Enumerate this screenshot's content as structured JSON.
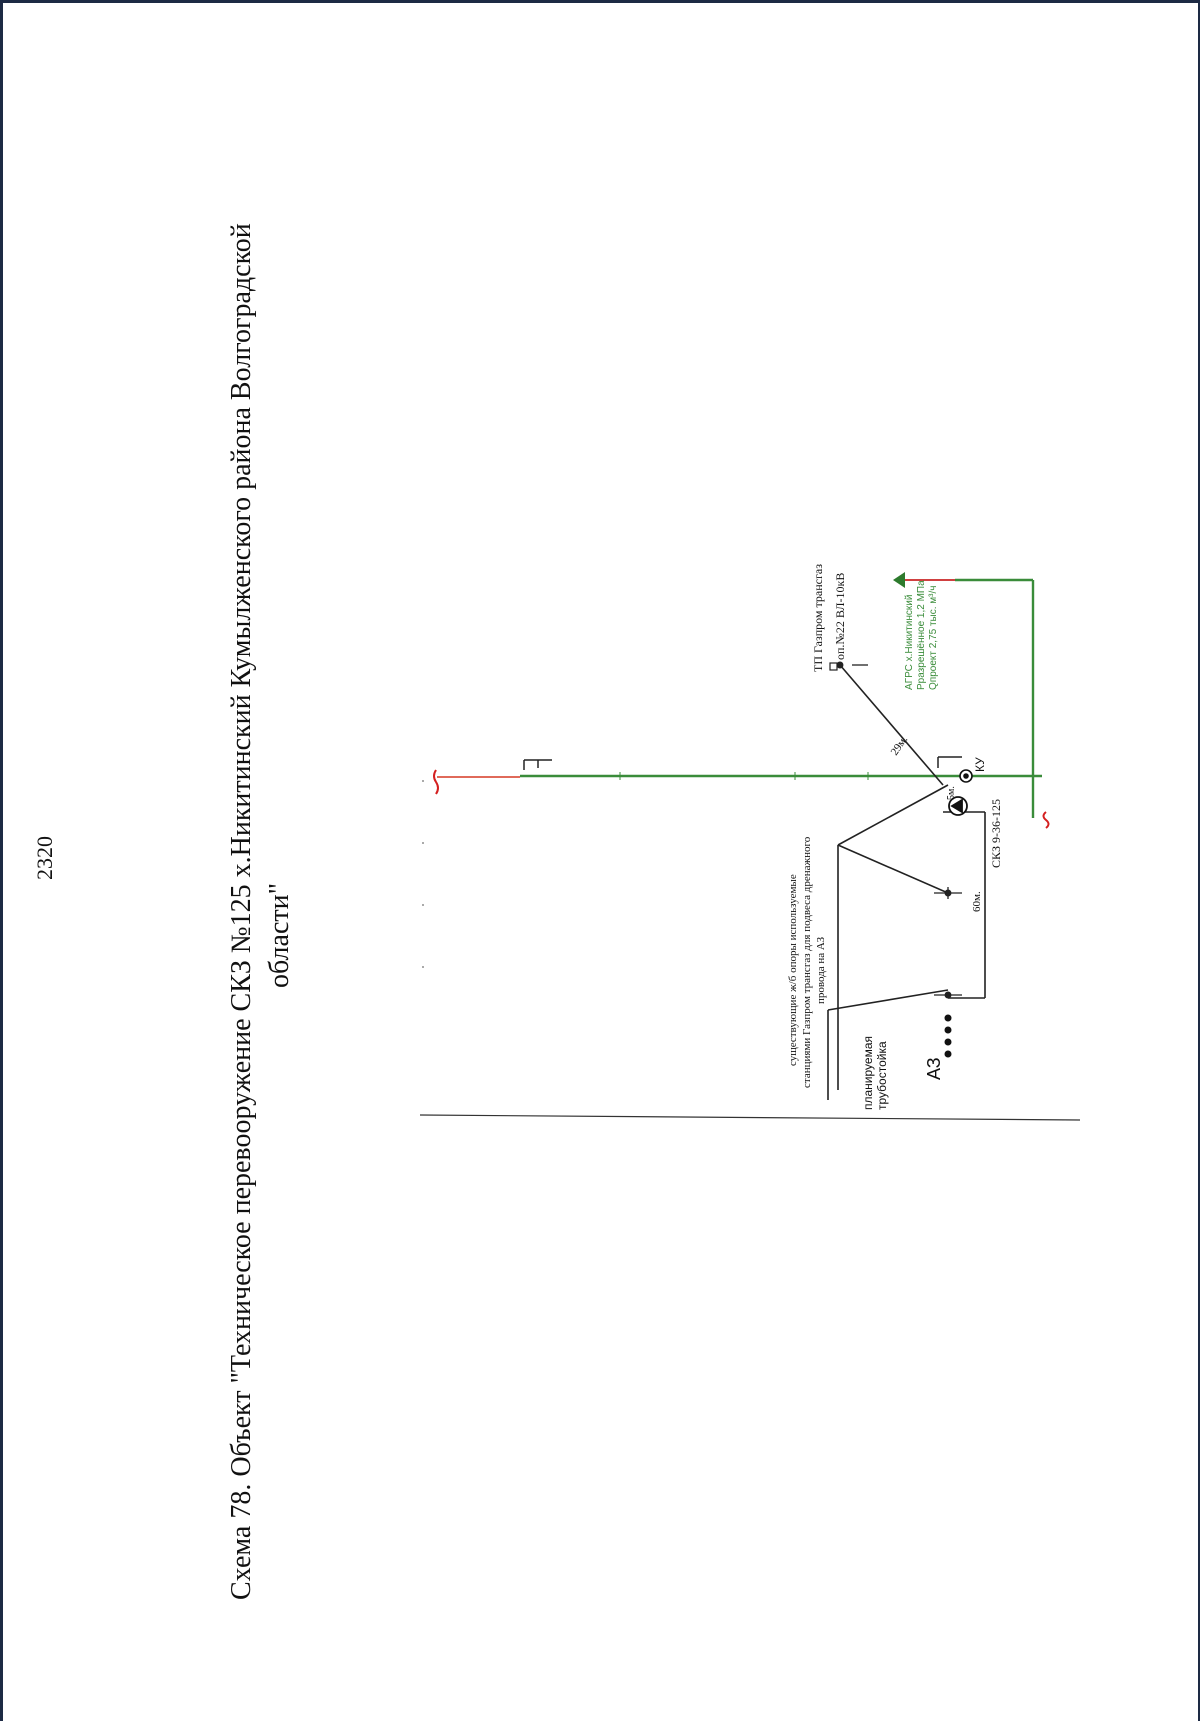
{
  "page_number": "2320",
  "title": {
    "line1": "Схема 78. Объект \"Техническое перевооружение СКЗ №125 х.Никитинский Кумылженского района Волгоградской",
    "line2": "области\""
  },
  "labels": {
    "anode_ground": "АЗ",
    "planned_pipe_stand": [
      "планируемая",
      "трубостойка"
    ],
    "existing_poles_note": [
      "существующие ж/б опоры используемые",
      "станциями Газпром трансгаз для подвеса дренажного",
      "провода на АЗ"
    ],
    "skz_model": "СКЗ 9-36-125",
    "ku": "КУ",
    "tp_name": "ТП Газпром трансгаз",
    "vl_support": "оп.№22 ВЛ-10кВ",
    "dist_60m": "60м.",
    "dist_29m": "29м.",
    "dist_5m": "5м.",
    "agrs_info": [
      "АГРС х.Никитинский",
      "Рразрешённое 1,2 МПа",
      "Qпроект 2,75 тыс. м³/ч"
    ]
  },
  "colors": {
    "pipeline": "#3a8c3a",
    "existing_section": "#e06a5a",
    "wire": "#222222"
  },
  "icons": [
    "pole-symbol",
    "cathodic-station-symbol",
    "control-point-symbol",
    "gas-station-triangle-symbol",
    "anode-dots-symbol"
  ]
}
